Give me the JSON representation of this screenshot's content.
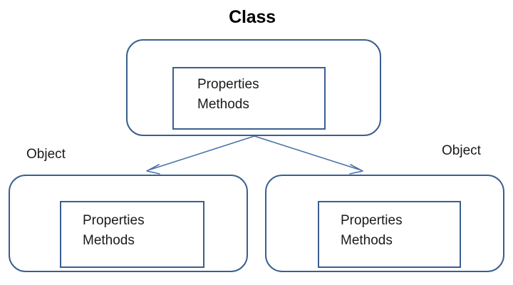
{
  "diagram": {
    "type": "class-object-relationship",
    "title": "Class",
    "background_color": "#ffffff",
    "border_color": "#3A5F8F",
    "arrow_color": "#4A71A8",
    "text_color": "#1a1a1a",
    "title_color": "#000000"
  },
  "class_node": {
    "label": "Class",
    "members": {
      "properties": "Properties",
      "methods": "Methods"
    }
  },
  "object_nodes": [
    {
      "label": "Object",
      "members": {
        "properties": "Properties",
        "methods": "Methods"
      }
    },
    {
      "label": "Object",
      "members": {
        "properties": "Properties",
        "methods": "Methods"
      }
    }
  ],
  "connectors": [
    {
      "from": "class",
      "to": "object-left",
      "style": "open-arrow"
    },
    {
      "from": "class",
      "to": "object-right",
      "style": "open-arrow"
    }
  ]
}
